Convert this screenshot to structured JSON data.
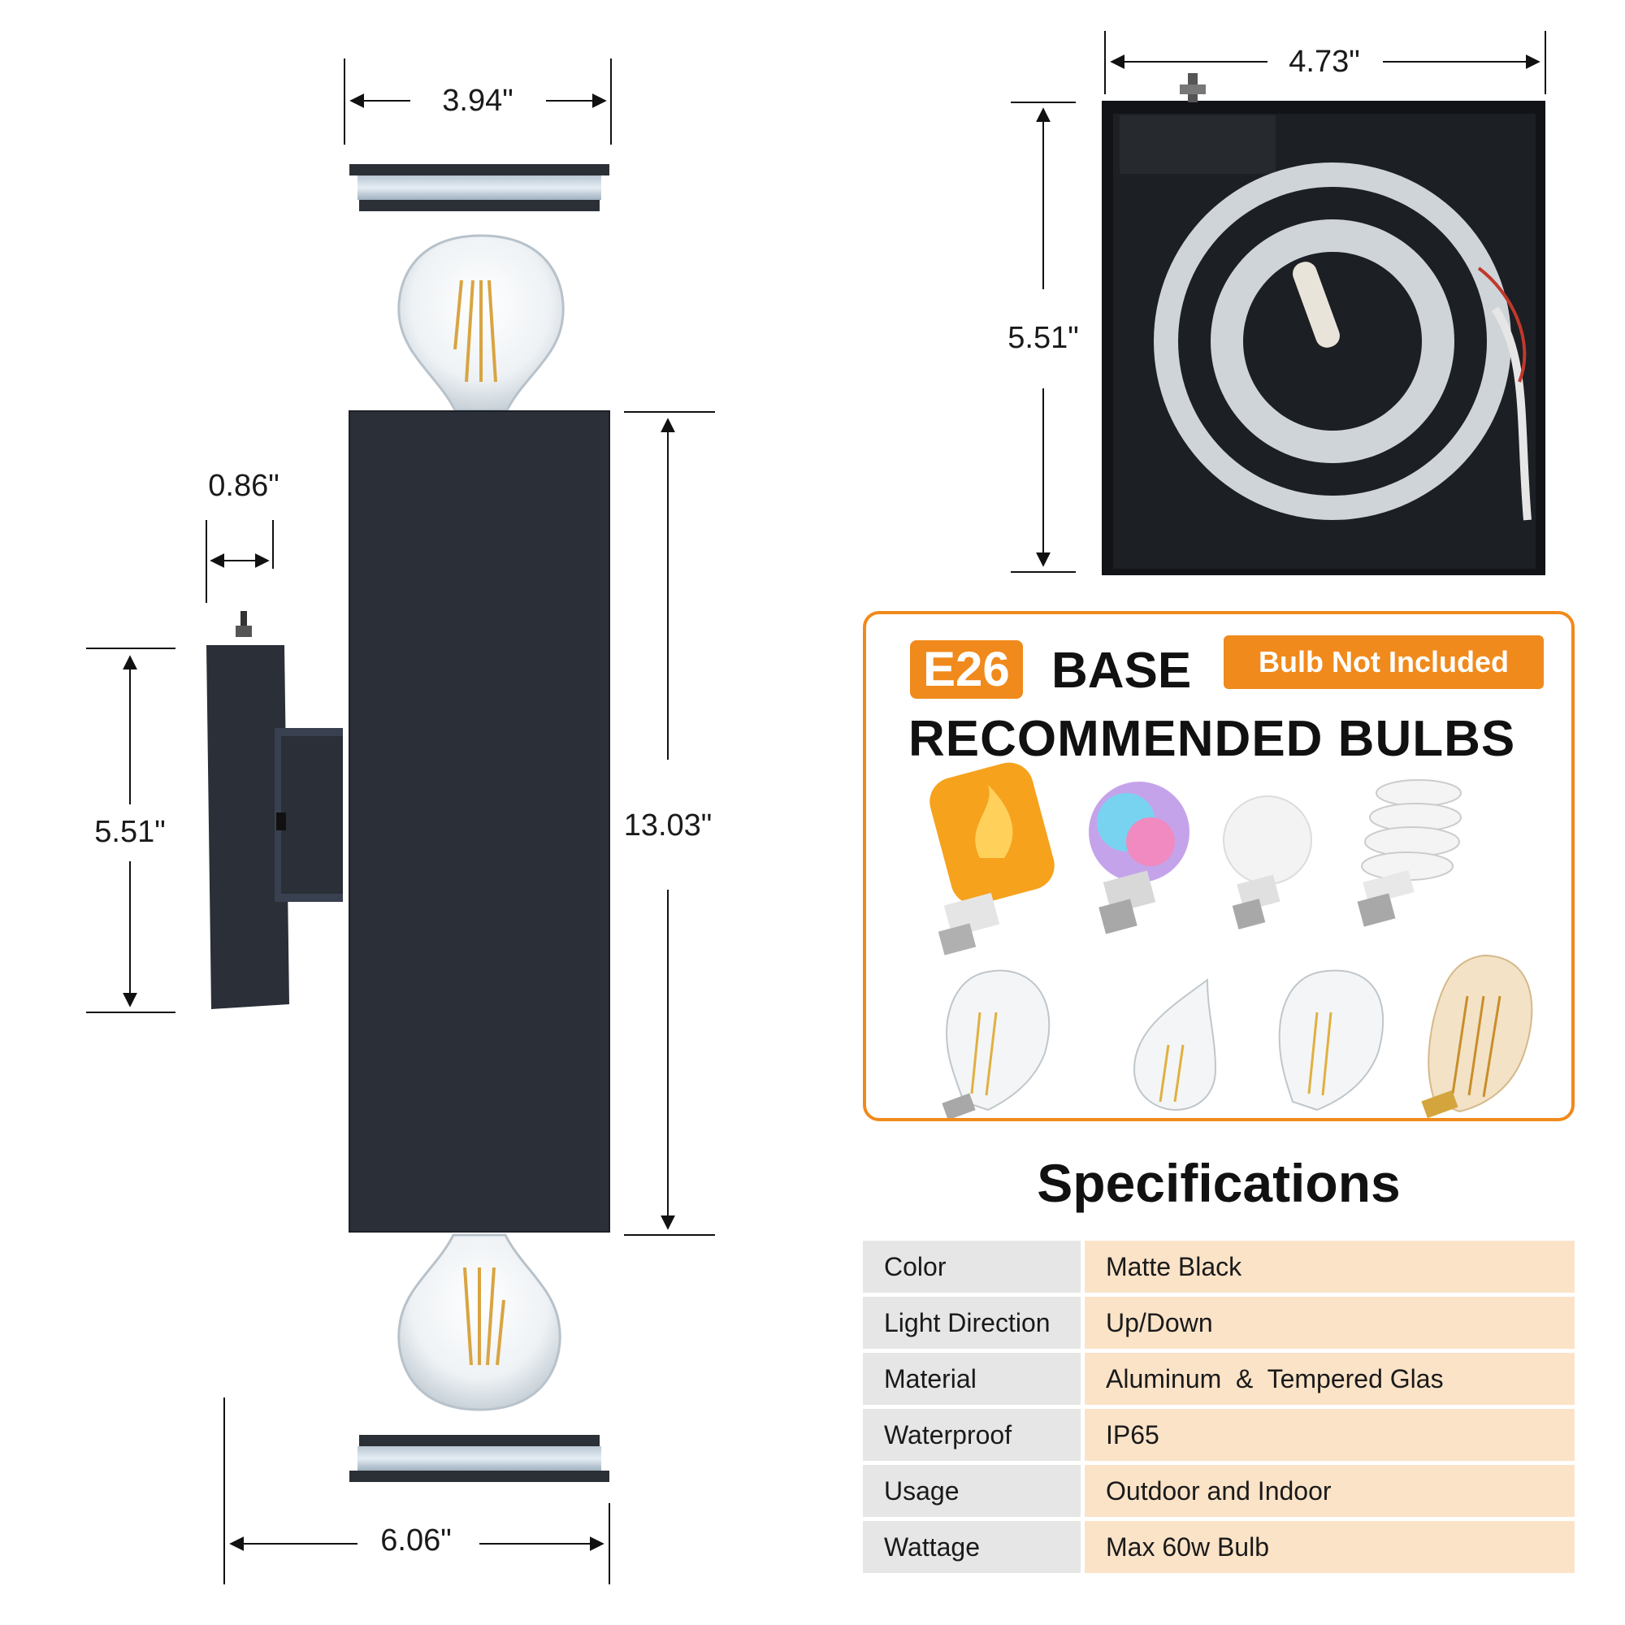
{
  "dimensions": {
    "top_width": "3.94\"",
    "backplate_depth": "0.86\"",
    "backplate_height": "5.51\"",
    "body_height": "13.03\"",
    "overall_width": "6.06\"",
    "box_width": "4.73\"",
    "box_height": "5.51\""
  },
  "bulb_panel": {
    "base_type": "E26",
    "base_label": "BASE",
    "notice": "Bulb Not Included",
    "heading": "RECOMMENDED BULBS"
  },
  "specifications": {
    "title": "Specifications",
    "rows": [
      {
        "key": "Color",
        "value": "Matte Black"
      },
      {
        "key": "Light Direction",
        "value": "Up/Down"
      },
      {
        "key": "Material",
        "value": "Aluminum  &  Tempered Glas"
      },
      {
        "key": "Waterproof",
        "value": "IP65"
      },
      {
        "key": "Usage",
        "value": "Outdoor and Indoor"
      },
      {
        "key": "Wattage",
        "value": "Max 60w Bulb"
      }
    ]
  },
  "colors": {
    "accent": "#f08a1c",
    "fixture": "#2a2f38",
    "spec_key_bg": "#e6e6e6",
    "spec_value_bg": "#fbe3c8"
  }
}
